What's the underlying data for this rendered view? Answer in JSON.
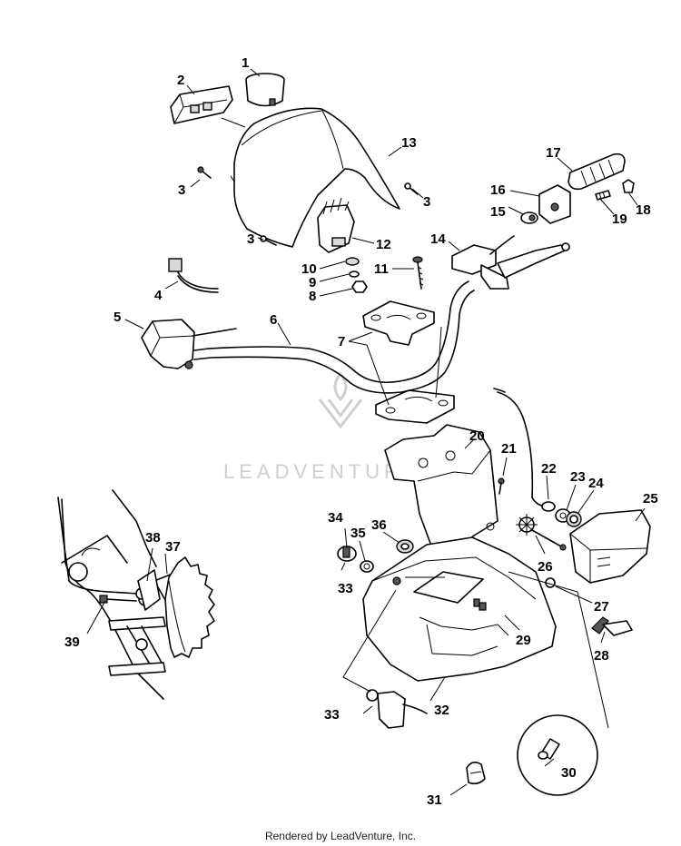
{
  "diagram": {
    "callouts": [
      "1",
      "2",
      "3",
      "3",
      "3",
      "3",
      "4",
      "5",
      "6",
      "7",
      "8",
      "9",
      "10",
      "11",
      "12",
      "13",
      "14",
      "15",
      "16",
      "17",
      "18",
      "19",
      "20",
      "21",
      "22",
      "23",
      "24",
      "25",
      "26",
      "27",
      "28",
      "29",
      "30",
      "31",
      "32",
      "33",
      "33",
      "34",
      "35",
      "36",
      "37",
      "38",
      "39"
    ]
  },
  "watermark": {
    "text": "LEADVENTURE"
  },
  "footer": {
    "text": "Rendered by LeadVenture, Inc."
  }
}
